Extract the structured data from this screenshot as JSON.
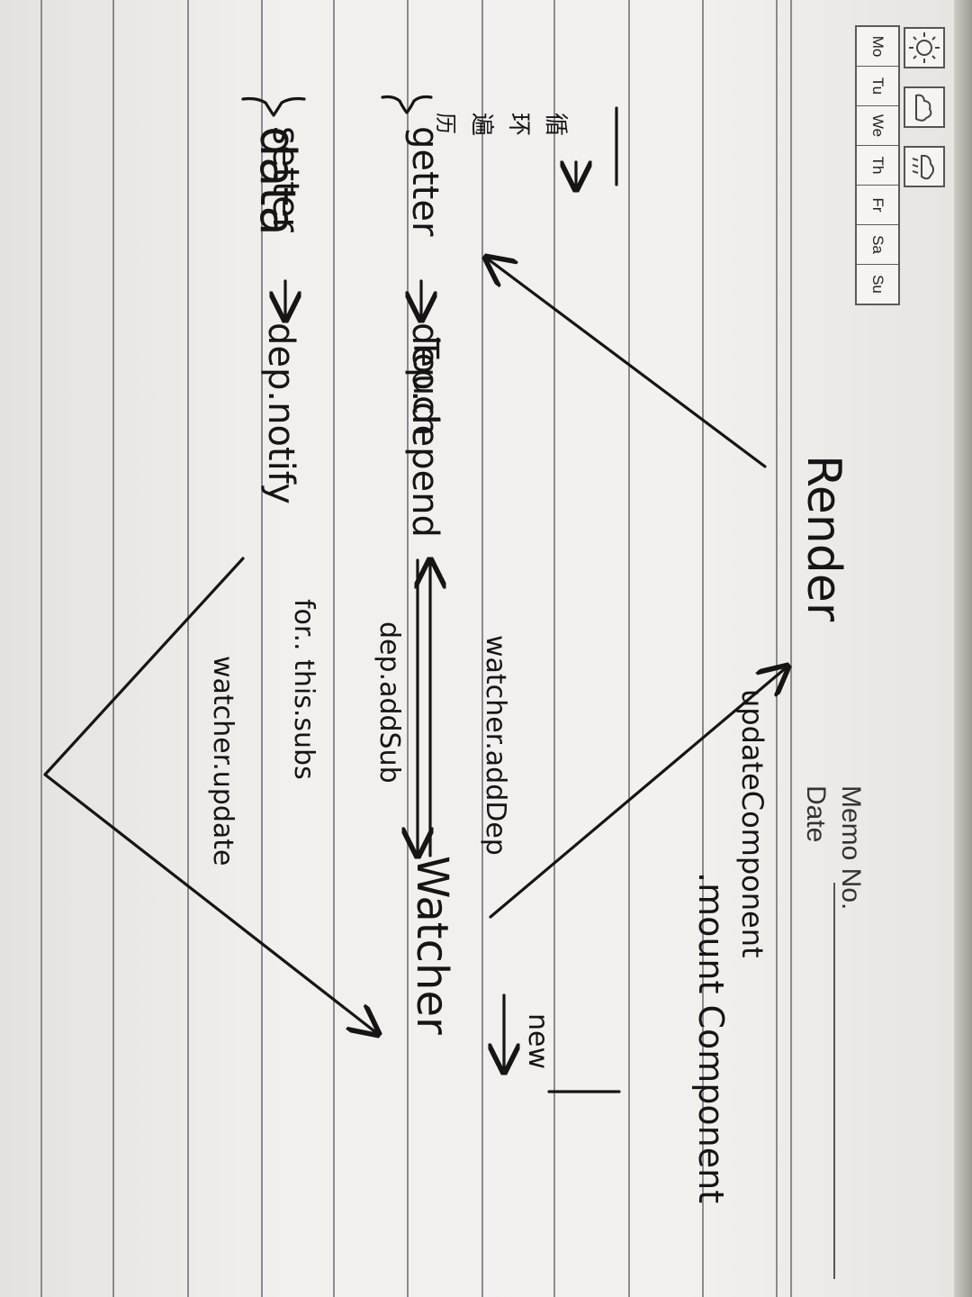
{
  "notebook": {
    "memo_no_label": "Memo No.",
    "date_label": "Date",
    "weekdays": [
      "Mo",
      "Tu",
      "We",
      "Th",
      "Fr",
      "Sa",
      "Su"
    ],
    "weather_icons": [
      "sun-icon",
      "cloud-icon",
      "rain-icon"
    ],
    "paper_color": "#f2f0ed",
    "rule_color": "#8a8a90",
    "ink_color": "#151515"
  },
  "diagram": {
    "nodes": {
      "data": "data",
      "render": "Render",
      "mount_component": ".mount Component",
      "update_component": "updateComponent",
      "watcher": "Watcher",
      "getter": "getter",
      "dep_depend": "dep.depend",
      "setter": "setter",
      "dep_notify": "dep.notify"
    },
    "edge_labels": {
      "touch": "Touch",
      "new": "new",
      "watcher_add_dep": "watcher.addDep",
      "dep_add_sub": "dep.addSub",
      "for_this_subs": "for.. this.subs",
      "watcher_update": "watcher.update"
    },
    "vertical_note": [
      "循",
      "环",
      "遍",
      "历"
    ]
  }
}
